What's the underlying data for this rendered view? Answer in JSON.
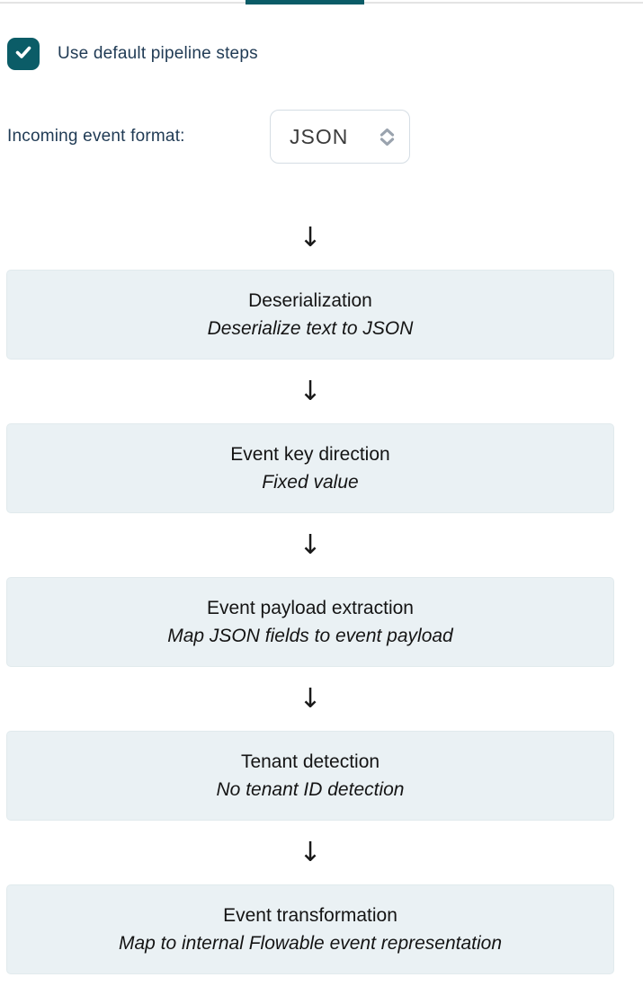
{
  "colors": {
    "accent": "#0b5c67",
    "divider": "#e4e4e4",
    "text-navy": "#1f3a54",
    "select-border": "#d5dde4",
    "box-bg": "#eaf1f4",
    "box-border": "#e1eaed",
    "box-text": "#141414",
    "chevron": "#9aa3ae"
  },
  "checkbox": {
    "label": "Use default pipeline steps",
    "checked": true
  },
  "format": {
    "label": "Incoming event format:",
    "value": "JSON"
  },
  "pipeline": {
    "arrow_glyph": "↓",
    "steps": [
      {
        "title": "Deserialization",
        "subtitle": "Deserialize text to JSON"
      },
      {
        "title": "Event key direction",
        "subtitle": "Fixed value"
      },
      {
        "title": "Event payload extraction",
        "subtitle": "Map JSON fields to event payload"
      },
      {
        "title": "Tenant detection",
        "subtitle": "No tenant ID detection"
      },
      {
        "title": "Event transformation",
        "subtitle": "Map to internal Flowable event representation"
      }
    ]
  }
}
